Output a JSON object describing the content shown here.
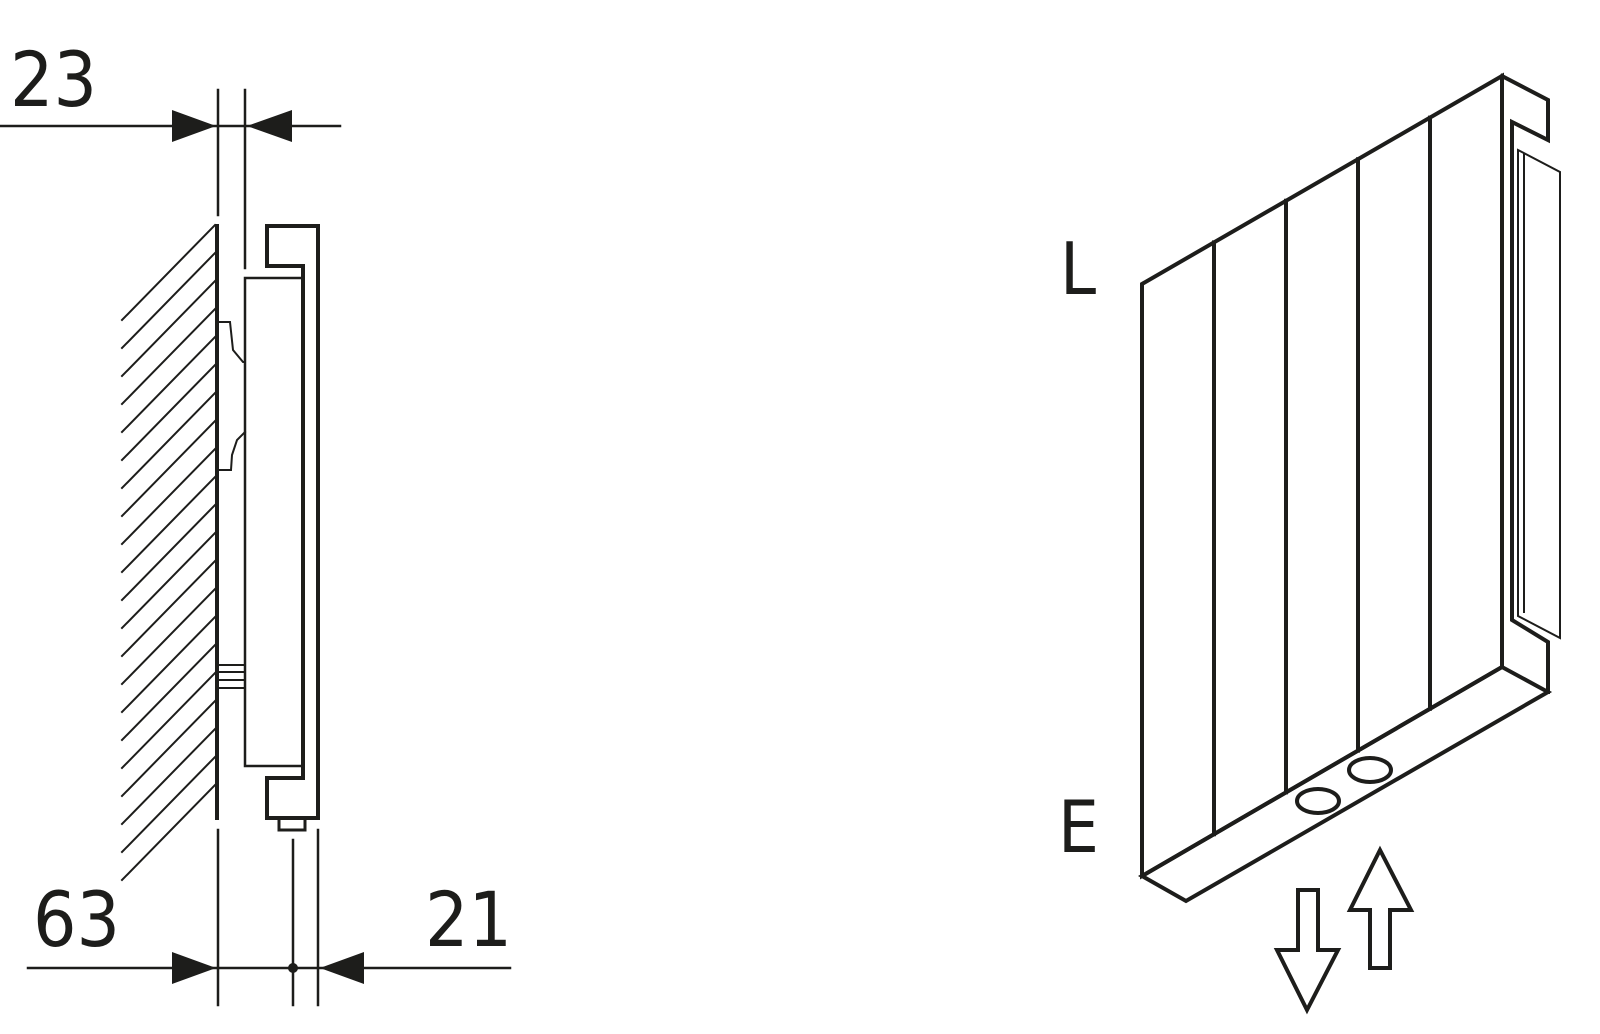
{
  "side_view": {
    "dimensions": {
      "wall_gap": "23",
      "depth_total": "63",
      "pipe_offset": "21"
    }
  },
  "iso_view": {
    "labels": {
      "left": "L",
      "end": "E"
    },
    "panel_count": 5,
    "flow_arrows": [
      "down",
      "up"
    ]
  },
  "colors": {
    "line": "#1d1d1b",
    "background": "#ffffff"
  }
}
